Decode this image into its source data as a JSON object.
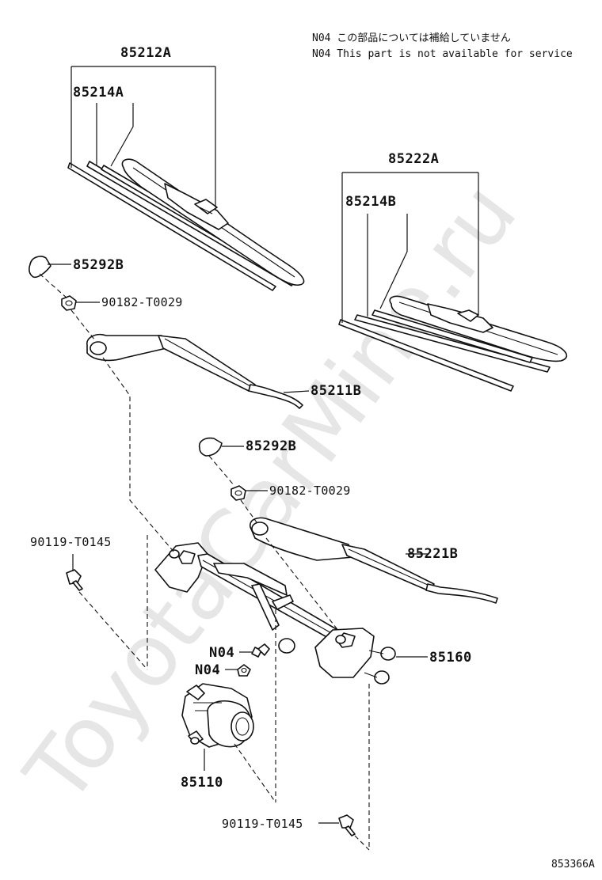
{
  "note": {
    "line_jp": "N04 この部品については補給していません",
    "line_en": "N04 This part is not available for service"
  },
  "parts": {
    "blade_assy_front": "85212A",
    "refill_front": "85214A",
    "blade_assy_rear": "85222A",
    "refill_rear": "85214B",
    "cap_upper": "85292B",
    "nut_upper": "90182-T0029",
    "arm_right": "85211B",
    "cap_lower": "85292B",
    "nut_lower": "90182-T0029",
    "arm_left": "85221B",
    "bolt_left": "90119-T0145",
    "link_assy": "85160",
    "bolt_n04_a": "N04",
    "bolt_n04_b": "N04",
    "motor": "85110",
    "bolt_bottom": "90119-T0145"
  },
  "watermark": "ToyotaCarMine.ru",
  "diagram_ref": "853366A"
}
